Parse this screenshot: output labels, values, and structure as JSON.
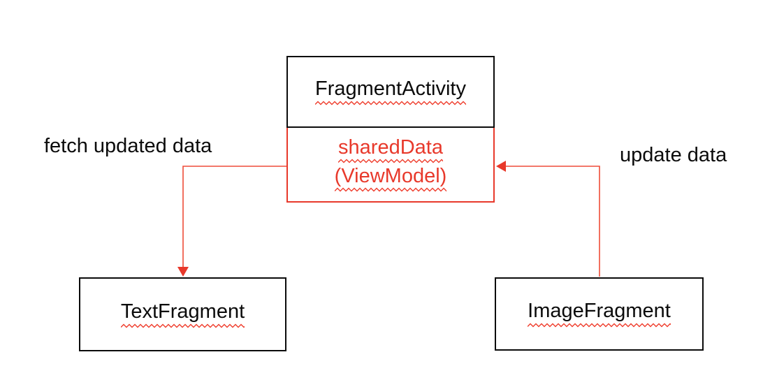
{
  "nodes": {
    "fragment_activity": {
      "label": "FragmentActivity"
    },
    "shared_data": {
      "label_line1": "sharedData",
      "label_line2": "(ViewModel)"
    },
    "text_fragment": {
      "label": "TextFragment"
    },
    "image_fragment": {
      "label": "ImageFragment"
    }
  },
  "edge_labels": {
    "fetch": "fetch updated data",
    "update": "update data"
  },
  "colors": {
    "accent_red": "#e8392b",
    "connector_red": "#ef4c38",
    "squiggle_red": "#ef3d2c",
    "box_border_black": "#0b0b0b",
    "text_black": "#0b0b0b",
    "background": "#ffffff"
  }
}
